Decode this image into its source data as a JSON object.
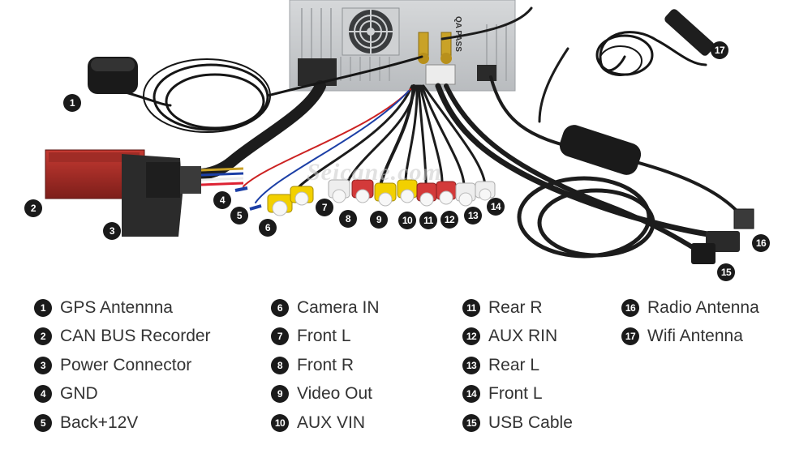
{
  "watermark": "Seicane.com",
  "unit_label": "QA PASS",
  "callouts": [
    "1",
    "2",
    "3",
    "4",
    "5",
    "6",
    "7",
    "8",
    "9",
    "10",
    "11",
    "12",
    "13",
    "14",
    "15",
    "16",
    "17"
  ],
  "legend": [
    [
      {
        "num": "1",
        "label": "GPS Antennna"
      },
      {
        "num": "2",
        "label": "CAN BUS Recorder"
      },
      {
        "num": "3",
        "label": "Power Connector"
      },
      {
        "num": "4",
        "label": "GND"
      },
      {
        "num": "5",
        "label": "Back+12V"
      }
    ],
    [
      {
        "num": "6",
        "label": "Camera IN"
      },
      {
        "num": "7",
        "label": "Front L"
      },
      {
        "num": "8",
        "label": "Front R"
      },
      {
        "num": "9",
        "label": "Video Out"
      },
      {
        "num": "10",
        "label": "AUX VIN"
      }
    ],
    [
      {
        "num": "11",
        "label": "Rear R"
      },
      {
        "num": "12",
        "label": "AUX RIN"
      },
      {
        "num": "13",
        "label": "Rear L"
      },
      {
        "num": "14",
        "label": "Front L"
      },
      {
        "num": "15",
        "label": "USB Cable"
      }
    ],
    [
      {
        "num": "16",
        "label": "Radio Antenna"
      },
      {
        "num": "17",
        "label": "Wifi Antenna"
      }
    ]
  ]
}
